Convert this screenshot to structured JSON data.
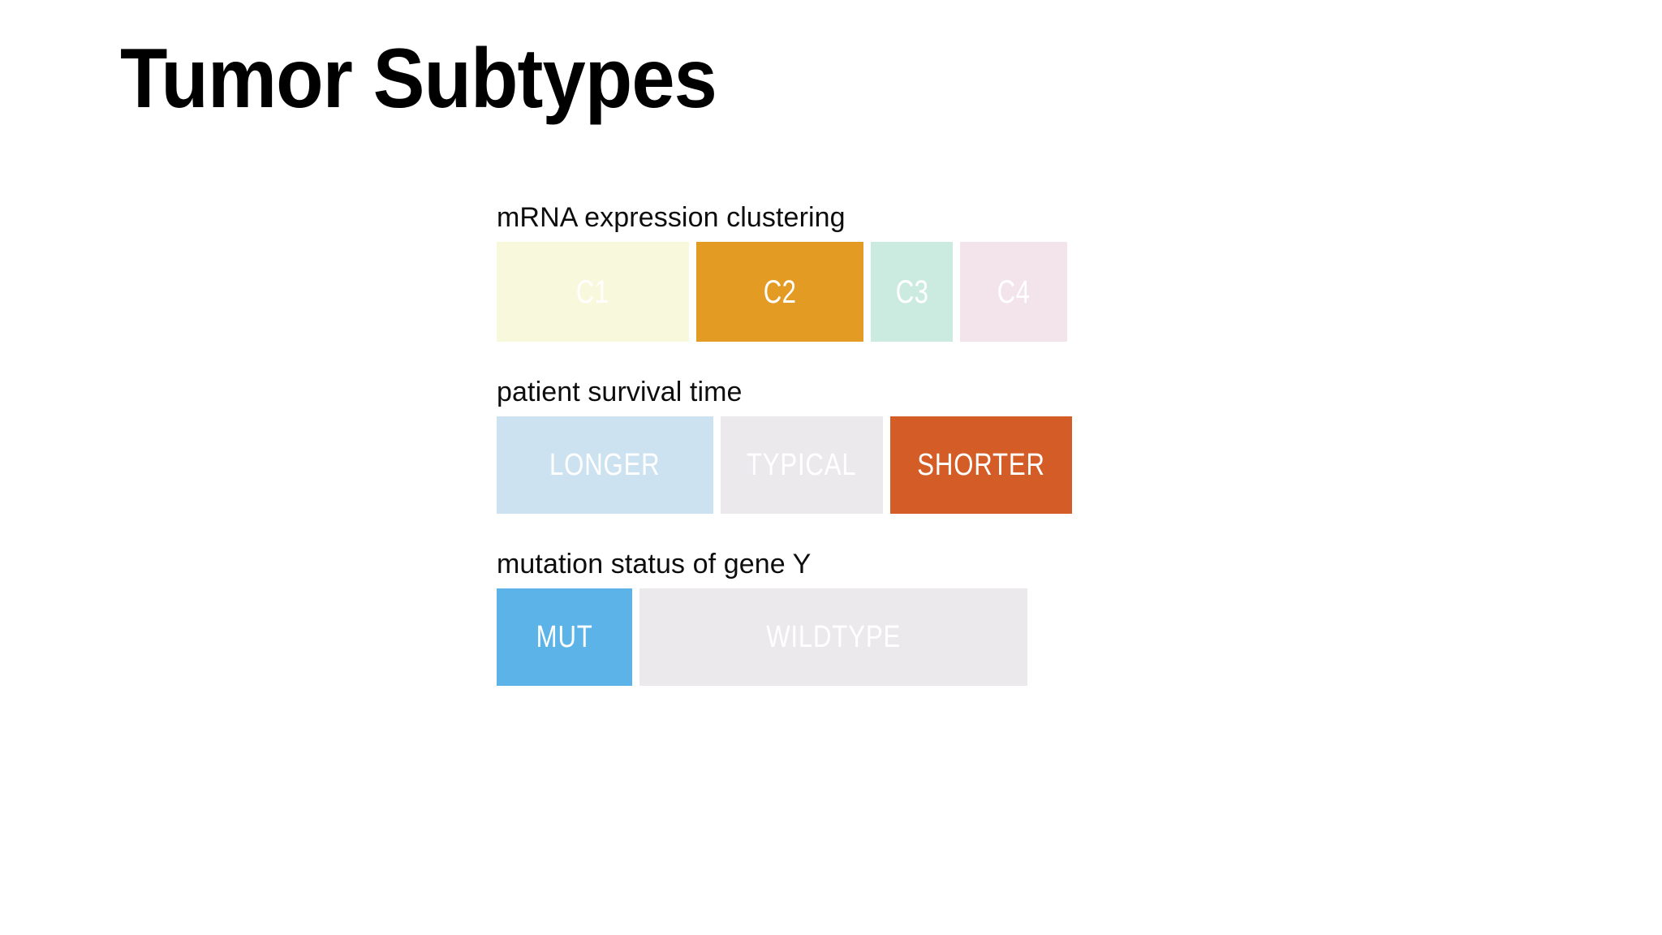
{
  "slide": {
    "title": "Tumor Subtypes",
    "background_color": "#ffffff",
    "title_color": "#000000"
  },
  "tracks": [
    {
      "label": "mRNA expression clustering",
      "name": "mrna-expression-clustering",
      "segments": [
        {
          "label": "C1",
          "color": "#F8F8DC",
          "text_color": "#ffffff",
          "width_pct": 27.5
        },
        {
          "label": "C2",
          "color": "#E39B23",
          "text_color": "#ffffff",
          "width_pct": 24.0
        },
        {
          "label": "C3",
          "color": "#CCEBE0",
          "text_color": "#ffffff",
          "width_pct": 11.8
        },
        {
          "label": "C4",
          "color": "#F3E3EA",
          "text_color": "#ffffff",
          "width_pct": 15.3
        }
      ]
    },
    {
      "label": "patient survival time",
      "name": "patient-survival-time",
      "segments": [
        {
          "label": "LONGER",
          "color": "#CCE2F0",
          "text_color": "#ffffff",
          "width_pct": 31.0
        },
        {
          "label": "TYPICAL",
          "color": "#EBE9EC",
          "text_color": "#ffffff",
          "width_pct": 23.3
        },
        {
          "label": "SHORTER",
          "color": "#D45D27",
          "text_color": "#ffffff",
          "width_pct": 26.0
        }
      ]
    },
    {
      "label": "mutation status of gene Y",
      "name": "mutation-status-of-gene-y",
      "segments": [
        {
          "label": "MUT",
          "color": "#5BB3E8",
          "text_color": "#ffffff",
          "width_pct": 19.4
        },
        {
          "label": "WILDTYPE",
          "color": "#EBE9EC",
          "text_color": "#ffffff",
          "width_pct": 55.6
        }
      ]
    }
  ]
}
